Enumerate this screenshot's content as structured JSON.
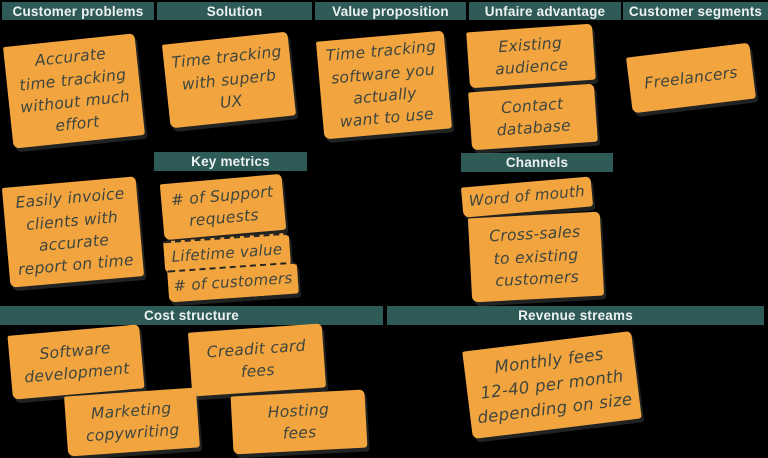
{
  "theme": {
    "background": "#000000",
    "header_bg": "#2e5a58",
    "header_text": "#edf2f1",
    "note_bg": "#f2a43f",
    "note_text": "#3e463e"
  },
  "headers": {
    "customer_problems": "Customer problems",
    "solution": "Solution",
    "value_proposition": "Value proposition",
    "unfair_advantage": "Unfaire advantage",
    "customer_segments": "Customer segments",
    "key_metrics": "Key metrics",
    "channels": "Channels",
    "cost_structure": "Cost structure",
    "revenue_streams": "Revenue streams"
  },
  "notes": {
    "accurate_tracking": "Accurate\ntime tracking\nwithout much\neffort",
    "easy_invoicing": "Easily invoice\nclients with\naccurate\nreport on time",
    "superb_ux": "Time tracking\nwith superb\nUX",
    "tracking_you_want": "Time tracking\nsoftware you\nactually\nwant to use",
    "existing_audience": "Existing\naudience",
    "contact_database": "Contact\ndatabase",
    "freelancers": "Freelancers",
    "support_requests": "# of Support\nrequests",
    "lifetime_value": "Lifetime value",
    "num_customers": "# of customers",
    "word_of_mouth": "Word of mouth",
    "cross_sales": "Cross-sales\nto existing\ncustomers",
    "software_development": "Software\ndevelopment",
    "credit_card_fees": "Creadit card\nfees",
    "marketing_copywriting": "Marketing\ncopywriting",
    "hosting_fees": "Hosting\nfees",
    "monthly_fees": "Monthly fees\n12-40 per month\ndepending on size"
  }
}
